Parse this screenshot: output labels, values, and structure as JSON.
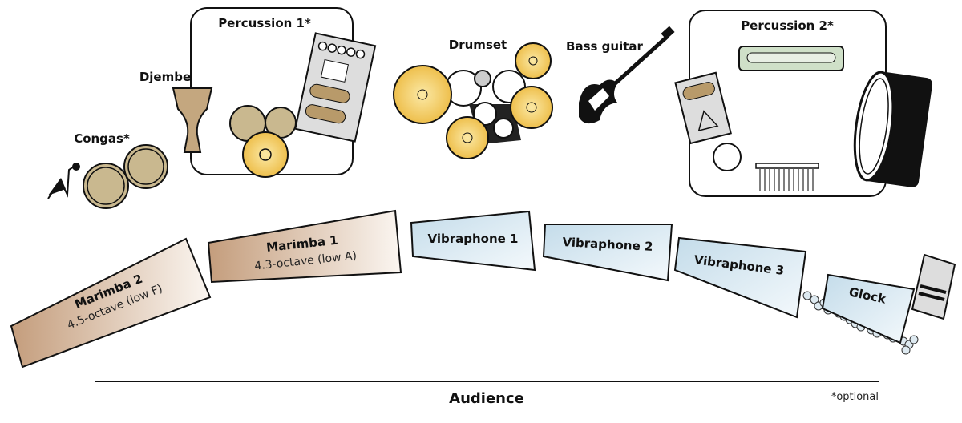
{
  "labels": {
    "congas": "Congas*",
    "djembe": "Djembe",
    "percussion1": "Percussion 1*",
    "drumset": "Drumset",
    "bass_guitar": "Bass guitar",
    "percussion2": "Percussion 2*",
    "marimba1": "Marimba 1",
    "marimba1_sub": "4.3-octave (low A)",
    "marimba2": "Marimba 2",
    "marimba2_sub": "4.5-octave (low F)",
    "vibraphone1": "Vibraphone 1",
    "vibraphone2": "Vibraphone 2",
    "vibraphone3": "Vibraphone 3",
    "glock": "Glock",
    "audience": "Audience",
    "optional_note": "*optional"
  },
  "colors": {
    "marimba": "#c9a88a",
    "vibraphone": "#c9dfec",
    "cymbal": "#f2c85b",
    "drum_head": "#c9b88f",
    "outline": "#111111"
  }
}
